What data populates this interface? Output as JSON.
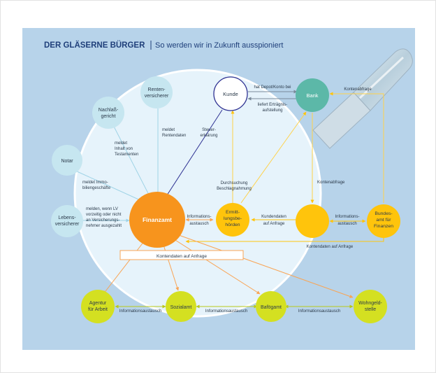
{
  "title": {
    "main": "DER GLÄSERNE BÜRGER",
    "subtitle": "So werden wir in Zukunft ausspioniert"
  },
  "colors": {
    "panel_bg": "#b7d3ea",
    "lens_bg": "#e6f3fb",
    "node_light": "#c6e6f0",
    "node_orange": "#f7941d",
    "node_yellow": "#ffc40c",
    "node_lime": "#d4e021",
    "node_teal": "#5cb8a8",
    "kunde_ring": "#2e3192",
    "arrow_light": "#9fd3e6",
    "arrow_orange": "#f9b36b",
    "arrow_yellow": "#ffd24a",
    "arrow_navy": "#2e3192",
    "title_navy": "#1f3f7a"
  },
  "nodes": {
    "kunde": "Kunde",
    "bank": "Bank",
    "rentenversicherer": [
      "Renten-",
      "versicherer"
    ],
    "nachlassgericht": [
      "Nachlaß-",
      "gericht"
    ],
    "notar": "Notar",
    "lebensversicherer": [
      "Lebens-",
      "versicherer"
    ],
    "finanzamt": "Finanzamt",
    "ermittlungsbehoerden": [
      "Ermitt-",
      "lungsbe-",
      "hörden"
    ],
    "bundesamt": [
      "Bundes-",
      "amt für",
      "Finanzen"
    ],
    "agentur": [
      "Agentur",
      "für Arbeit"
    ],
    "sozialamt": "Sozialamt",
    "bafoegamt": "Bafögamt",
    "wohngeldstelle": [
      "Wohngeld-",
      "stelle"
    ]
  },
  "labels": {
    "hat_depot": "hat Depot/Konto bei",
    "liefert": [
      "liefert Erträgnis-",
      "aufstellung"
    ],
    "kontenabfrage_top": "Kontenabfrage",
    "meldet_rentendaten": [
      "meldet",
      "Rentendaten"
    ],
    "steuererklaerung": [
      "Steuer-",
      "erklärung"
    ],
    "meldet_testamente": [
      "meldet",
      "Inhalt von",
      "Testamenten"
    ],
    "meldet_immo": [
      "meldet Immo-",
      "biliengeschäfte"
    ],
    "meldet_lv": [
      "melden, wenn LV",
      "vorzeitig oder nicht",
      "an Versicherungs-",
      "nehmer ausgezahlt"
    ],
    "durchsuchung": [
      "Durchsuchung",
      "Beschlagnahmung"
    ],
    "kontenabfrage_mid": "Kontenabfrage",
    "info_austausch_1": [
      "Informations-",
      "austausch"
    ],
    "kundendaten": [
      "Kundendaten",
      "auf Anfrage"
    ],
    "info_austausch_2": [
      "Informations-",
      "austausch"
    ],
    "kontendaten_right": "Kontendaten auf Anfrage",
    "kontendaten_box": "Kontendaten auf Anfrage",
    "info_bottom_1": "Informationsaustausch",
    "info_bottom_2": "Informationsaustausch",
    "info_bottom_3": "Informationsaustausch"
  }
}
